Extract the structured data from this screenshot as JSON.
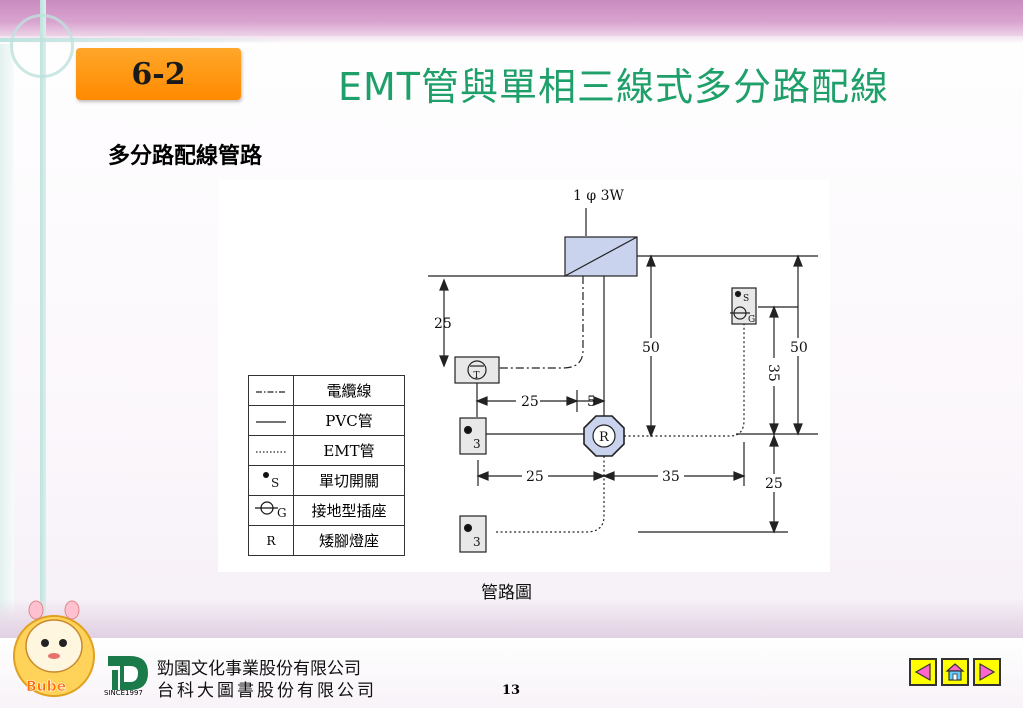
{
  "header": {
    "section_number": "6-2",
    "title": "EMT管與單相三線式多分路配線"
  },
  "content": {
    "subtitle": "多分路配線管路"
  },
  "diagram": {
    "supply_label": "1 φ 3W",
    "dimensions": {
      "left_vertical": "25",
      "horizontal_top_a": "25",
      "horizontal_top_b": "5",
      "center_vertical": "50",
      "right_vertical_outer": "50",
      "right_vertical_inner": "35",
      "horizontal_bottom_a": "25",
      "horizontal_bottom_b": "35",
      "right_vertical_lower": "25"
    },
    "symbol_labels": {
      "switch_s": "S",
      "outlet_g": "G",
      "lamp_r": "R",
      "switch_3": "3",
      "junction_t": "T"
    },
    "legend": [
      {
        "symbol": "-·-··",
        "label": "電纜線"
      },
      {
        "symbol": "——",
        "label": "PVC管"
      },
      {
        "symbol": "······",
        "label": "EMT管"
      },
      {
        "symbol": "●S",
        "label": "單切開關"
      },
      {
        "symbol": "⊖G",
        "label": "接地型插座"
      },
      {
        "symbol": "R",
        "label": "矮腳燈座"
      }
    ],
    "caption": "管路圖"
  },
  "footer": {
    "publisher_line1": "勁園文化事業股份有限公司",
    "publisher_line2": "台科大圖書股份有限公司",
    "since": "SINCE1997",
    "page_number": "13",
    "mascot_text": "Bube"
  },
  "navigation": {
    "prev_icon": "triangle-left-icon",
    "home_icon": "home-icon",
    "next_icon": "triangle-right-icon"
  },
  "colors": {
    "title_green": "#1fa06a",
    "badge_orange": "#ff9a14",
    "nav_yellow": "#ffff00",
    "symbol_fill": "#c9d3ee"
  }
}
